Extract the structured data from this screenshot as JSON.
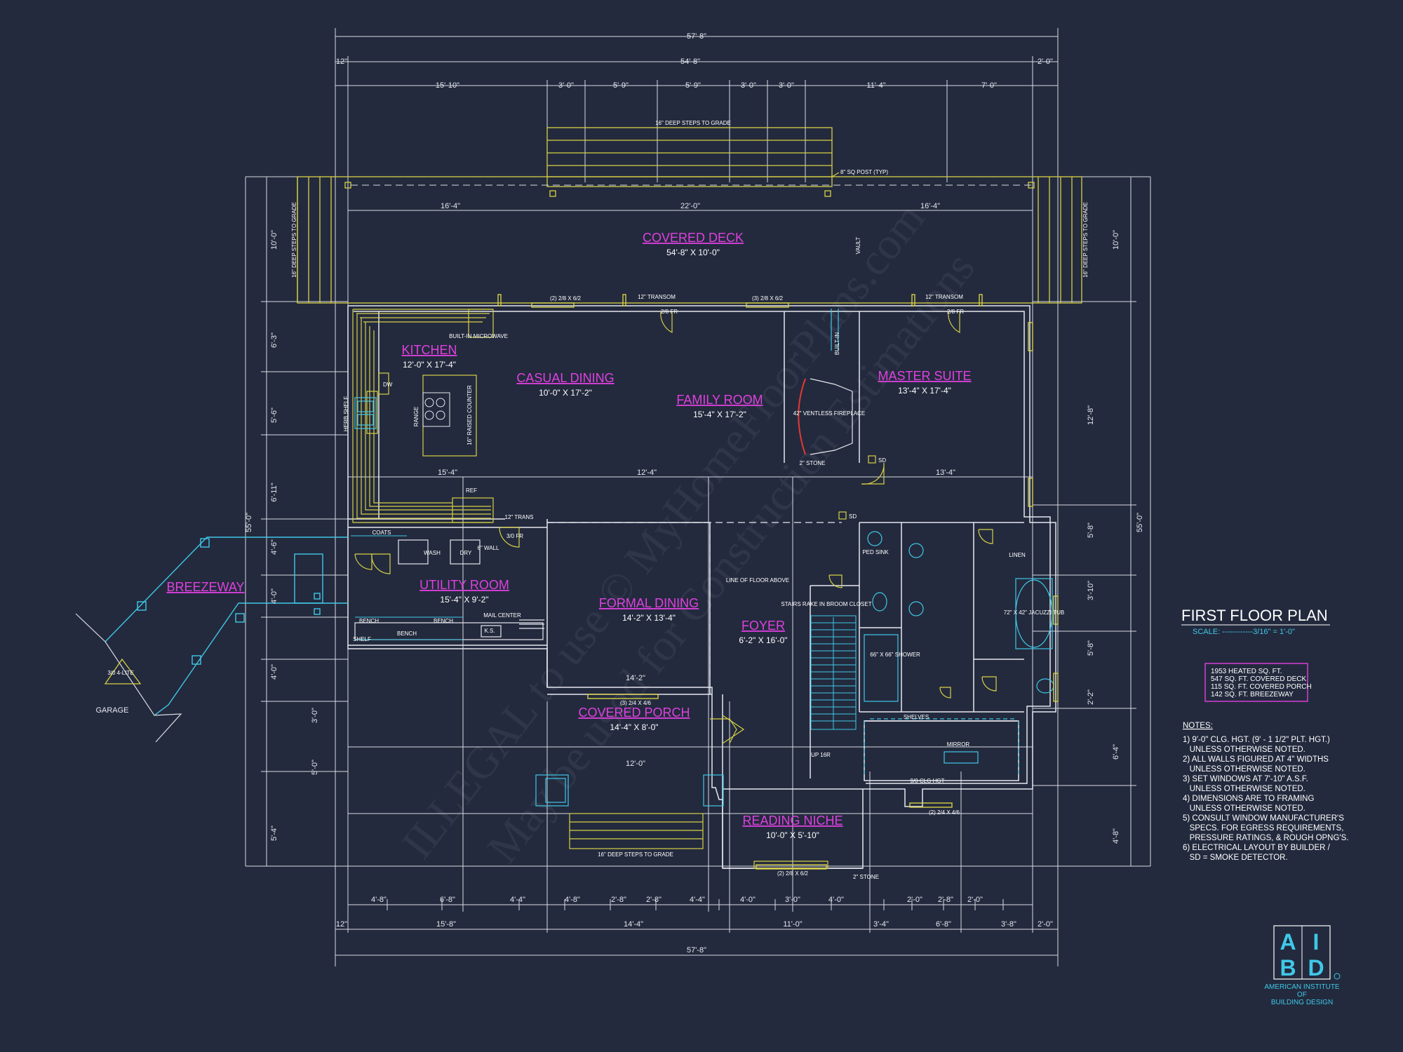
{
  "title": "FIRST FLOOR PLAN",
  "scale": "SCALE: ------------3/16\" = 1'-0\"",
  "stats": [
    "1953 HEATED SQ. FT.",
    "547 SQ. FT. COVERED DECK",
    "115 SQ. FT. COVERED PORCH",
    "142 SQ. FT. BREEZEWAY"
  ],
  "notes_heading": "NOTES:",
  "notes": [
    "1) 9'-0\" CLG. HGT. (9' - 1 1/2\" PLT. HGT.)",
    "   UNLESS OTHERWISE NOTED.",
    "2) ALL WALLS FIGURED AT 4\" WIDTHS",
    "   UNLESS OTHERWISE NOTED.",
    "3) SET WINDOWS AT 7'-10\" A.S.F.",
    "   UNLESS OTHERWISE NOTED.",
    "4) DIMENSIONS ARE TO FRAMING",
    "   UNLESS OTHERWISE NOTED.",
    "5) CONSULT WINDOW MANUFACTURER'S",
    "   SPECS. FOR EGRESS REQUIREMENTS,",
    "   PRESSURE RATINGS, & ROUGH OPNG'S.",
    "6) ELECTRICAL LAYOUT BY BUILDER /",
    "   SD = SMOKE DETECTOR."
  ],
  "logo": {
    "a": "A",
    "i": "I",
    "b": "B",
    "d": "D",
    "line1": "AMERICAN INSTITUTE",
    "line2": "OF",
    "line3": "BUILDING DESIGN"
  },
  "watermark": {
    "line1": "ILLEGAL to use © MyHomeFloorPlans.com",
    "line2": "May be used for Construction Estimations"
  },
  "rooms": {
    "covered_deck": {
      "name": "COVERED DECK",
      "size": "54'-8\" X 10'-0\""
    },
    "kitchen": {
      "name": "KITCHEN",
      "size": "12'-0\" X 17'-4\""
    },
    "casual_dining": {
      "name": "CASUAL DINING",
      "size": "10'-0\" X 17'-2\""
    },
    "family_room": {
      "name": "FAMILY ROOM",
      "size": "15'-4\" X 17'-2\""
    },
    "master_suite": {
      "name": "MASTER SUITE",
      "size": "13'-4\" X 17'-4\""
    },
    "utility_room": {
      "name": "UTILITY ROOM",
      "size": "15'-4\" X 9'-2\""
    },
    "formal_dining": {
      "name": "FORMAL DINING",
      "size": "14'-2\" X 13'-4\""
    },
    "foyer": {
      "name": "FOYER",
      "size": "6'-2\" X 16'-0\""
    },
    "covered_porch": {
      "name": "COVERED PORCH",
      "size": "14'-4\" X 8'-0\""
    },
    "reading_niche": {
      "name": "READING NICHE",
      "size": "10'-0\" X 5'-10\""
    },
    "breezeway": {
      "name": "BREEZEWAY"
    },
    "garage": {
      "name": "GARAGE"
    }
  },
  "labels": {
    "steps_top": "16\" DEEP STEPS TO GRADE",
    "steps_bottom": "16\" DEEP STEPS TO GRADE",
    "steps_left": "16\" DEEP STEPS TO GRADE",
    "steps_right": "16\" DEEP STEPS TO GRADE",
    "post": "8\" SQ POST (TYP)",
    "vault": "VAULT",
    "transom1": "12\" TRANSOM",
    "transom2": "12\" TRANSOM",
    "microwave": "BUILT-IN MICROWAVE",
    "range": "RANGE",
    "raised_counter": "16\" RAISED COUNTER",
    "fireplace": "42\" VENTLESS FIREPLACE",
    "stone": "2\" STONE",
    "stone2": "2\" STONE",
    "built_in": "BUILT-IN",
    "ref": "REF",
    "coats": "COATS",
    "wash": "WASH",
    "dry": "DRY",
    "wall": "6\" WALL",
    "mail": "MAIL CENTER",
    "bench1": "BENCH",
    "bench2": "BENCH",
    "bench3": "BENCH",
    "shelf": "SHELF",
    "ks": "K.S.",
    "line_floor": "LINE OF FLOOR ABOVE",
    "stairs": "STAIRS RAKE IN BROOM CLOSET",
    "shelves": "SHELVES",
    "shower": "66\" X 66\" SHOWER",
    "jacuzzi": "72\" X 42\" JACUZZI TUB",
    "linen": "LINEN",
    "ped_sink": "PED SINK",
    "mirror": "MIRROR",
    "clg": "9/0 CLG HGT",
    "up": "UP 16R",
    "lite": "3/0 4-LITE",
    "sd1": "SD",
    "sd2": "SD",
    "herb": "HERB SHELF",
    "dw": "DW",
    "trans3": "12\" TRANS",
    "door1": "3/0 FR",
    "door2": "2/8 FR",
    "door3": "2/8 FR",
    "window1": "(2) 2/8 X 6/2",
    "window2": "(3) 2/4 X 4/6",
    "window3": "(2) 2/4 X 4/6",
    "window4": "(2) 2/8 X 6/2",
    "window5": "(3) 2/8 X 6/2"
  },
  "dims": {
    "top_overall": "57'-8\"",
    "top_sub1": "12\"",
    "top_sub2": "54'-8\"",
    "top_sub3": "2'-0\"",
    "top_row": [
      "15'-10\"",
      "3'-0\"",
      "5'-9\"",
      "5'-9\"",
      "3'-0\"",
      "3'-0\"",
      "11'-4\"",
      "7'-0\""
    ],
    "deck_row": [
      "16'-4\"",
      "22'-0\"",
      "16'-4\""
    ],
    "mid_row": [
      "15'-4\"",
      "12'-4\"",
      "13'-4\""
    ],
    "bottom_row1": [
      "4'-8\"",
      "6'-8\"",
      "4'-4\"",
      "4'-8\"",
      "2'-8\"",
      "2'-8\"",
      "4'-4\"",
      "4'-0\"",
      "3'-0\"",
      "4'-0\"",
      "2'-0\"",
      "2'-8\"",
      "2'-0\""
    ],
    "bottom_row2": [
      "12\"",
      "15'-8\"",
      "14'-4\"",
      "11'-0\"",
      "3'-4\"",
      "6'-8\"",
      "3'-8\"",
      "2'-0\""
    ],
    "bottom_overall": "57'-8\"",
    "left_overall": "55'-0\"",
    "right_overall": "55'-0\"",
    "left_row": [
      "10'-0\"",
      "6'-3\"",
      "5'-6\"",
      "6'-11\"",
      "4'-6\"",
      "4'-0\"",
      "4'-0\"",
      "3'-0\"",
      "5'-0\"",
      "5'-4\""
    ],
    "right_row": [
      "10'-0\"",
      "12'-8\"",
      "5'-8\"",
      "3'-10\"",
      "5'-8\"",
      "2'-2\"",
      "6'-4\"",
      "4'-8\""
    ],
    "porch": "12'-0\"",
    "niche_w": "14'-2\""
  }
}
